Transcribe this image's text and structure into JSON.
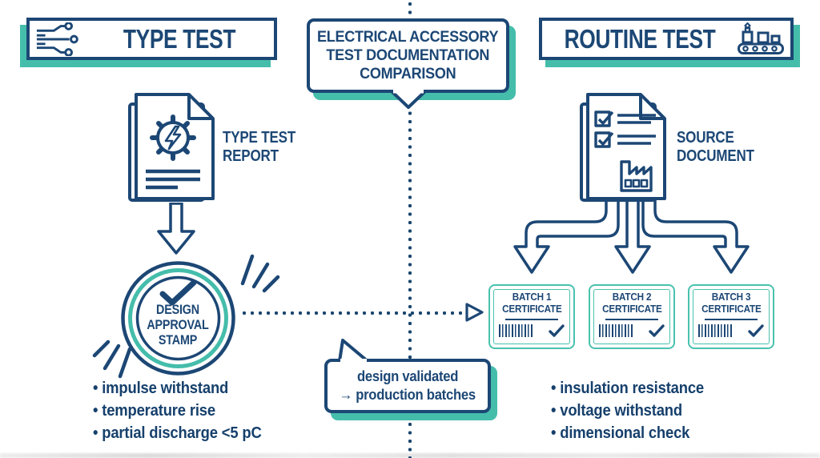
{
  "title": "Electrical accessory test documentation comparison diagram",
  "colors": {
    "navy": "#1c4775",
    "teal": "#45bdab",
    "cert_teal": "#49c2ae",
    "background": "#ffffff"
  },
  "headers": {
    "left": {
      "label": "TYPE TEST",
      "icon": "circuit-icon"
    },
    "center": {
      "lines": [
        "ELECTRICAL ACCESSORY",
        "TEST DOCUMENTATION",
        "COMPARISON"
      ]
    },
    "right": {
      "label": "ROUTINE TEST",
      "icon": "conveyor-icon"
    }
  },
  "left_flow": {
    "report_label": {
      "lines": [
        "TYPE TEST",
        "REPORT"
      ],
      "icon": "document-gear-lightning-icon"
    },
    "stamp": {
      "lines": [
        "DESIGN",
        "APPROVAL",
        "STAMP"
      ],
      "icon": "checkmark-icon"
    },
    "bullets": [
      "impulse withstand",
      "temperature rise",
      "partial discharge <5 pC"
    ]
  },
  "right_flow": {
    "source_label": {
      "lines": [
        "SOURCE",
        "DOCUMENT"
      ],
      "icon": "document-checklist-factory-icon"
    },
    "certificates": [
      {
        "title": "BATCH 1",
        "subtitle": "CERTIFICATE"
      },
      {
        "title": "BATCH 2",
        "subtitle": "CERTIFICATE"
      },
      {
        "title": "BATCH 3",
        "subtitle": "CERTIFICATE"
      }
    ],
    "bullets": [
      "insulation resistance",
      "voltage withstand",
      "dimensional check"
    ]
  },
  "callout": {
    "lines": [
      "design validated",
      "→ production batches"
    ]
  }
}
